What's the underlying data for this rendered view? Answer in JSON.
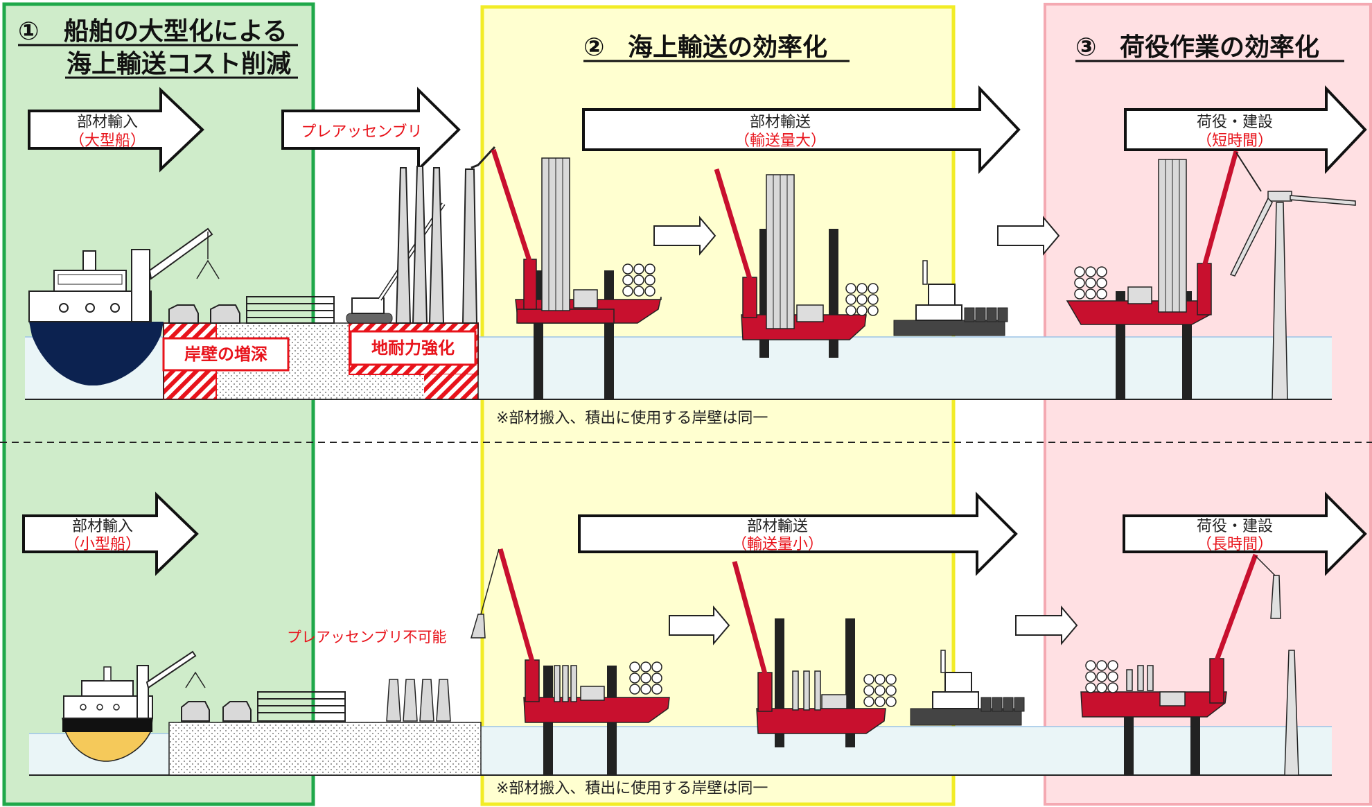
{
  "colors": {
    "green_bg": "#cfecca",
    "green_border": "#1fa84a",
    "yellow_bg": "#ffffd0",
    "yellow_border": "#f2ec26",
    "pink_bg": "#ffe0e3",
    "pink_border": "#f4a9b2",
    "accent_red": "#e8131b",
    "crane_red": "#c8102e",
    "sea": "#eaf5f7",
    "hull_navy": "#0c2250",
    "hull_gold": "#f5c95a",
    "gray": "#bfbfbf",
    "dark": "#222222"
  },
  "sections": {
    "s1": {
      "num": "①",
      "line1": "船舶の大型化による",
      "line2": "海上輸送コスト削減"
    },
    "s2": {
      "num": "②",
      "line1": "海上輸送の効率化"
    },
    "s3": {
      "num": "③",
      "line1": "荷役作業の効率化"
    }
  },
  "top": {
    "arrow_import": {
      "label": "部材輸入",
      "sub": "（大型船）"
    },
    "arrow_preassembly": {
      "label": "プレアッセンブリ"
    },
    "arrow_transport": {
      "label": "部材輸送",
      "sub": "（輸送量大）"
    },
    "arrow_install": {
      "label": "荷役・建設",
      "sub": "（短時間）"
    },
    "box_wall_depth": "岸壁の増深",
    "box_seismic": "地耐力強化",
    "note": "※部材搬入、積出に使用する岸壁は同一"
  },
  "bottom": {
    "arrow_import": {
      "label": "部材輸入",
      "sub": "（小型船）"
    },
    "preassembly_na": "プレアッセンブリ不可能",
    "arrow_transport": {
      "label": "部材輸送",
      "sub": "（輸送量小）"
    },
    "arrow_install": {
      "label": "荷役・建設",
      "sub": "（長時間）"
    },
    "note": "※部材搬入、積出に使用する岸壁は同一"
  }
}
